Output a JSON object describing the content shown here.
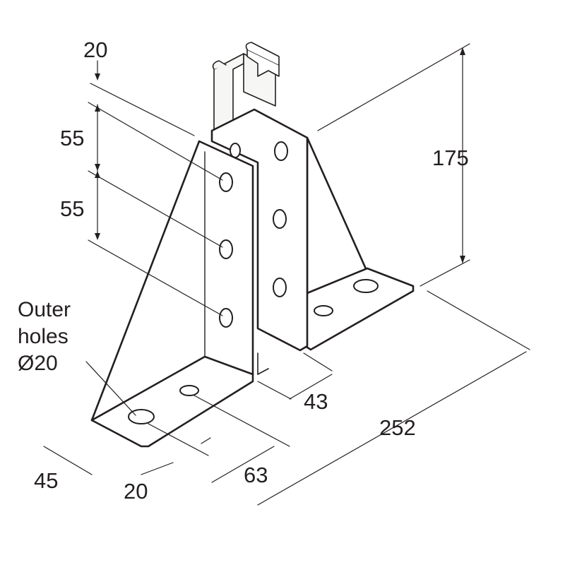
{
  "dimensions": {
    "top_offset": "20",
    "hole_pitch_upper": "55",
    "hole_pitch_lower": "55",
    "height": "175",
    "outer_holes_line1": "Outer",
    "outer_holes_line2": "holes",
    "outer_holes_line3": "Ø20",
    "channel_width": "43",
    "total_length": "252",
    "base_width": "45",
    "hole_edge": "20",
    "hole_spacing": "63"
  },
  "colors": {
    "line": "#231f20",
    "plate": "#ffffff",
    "channel": "#f4f4f2"
  }
}
